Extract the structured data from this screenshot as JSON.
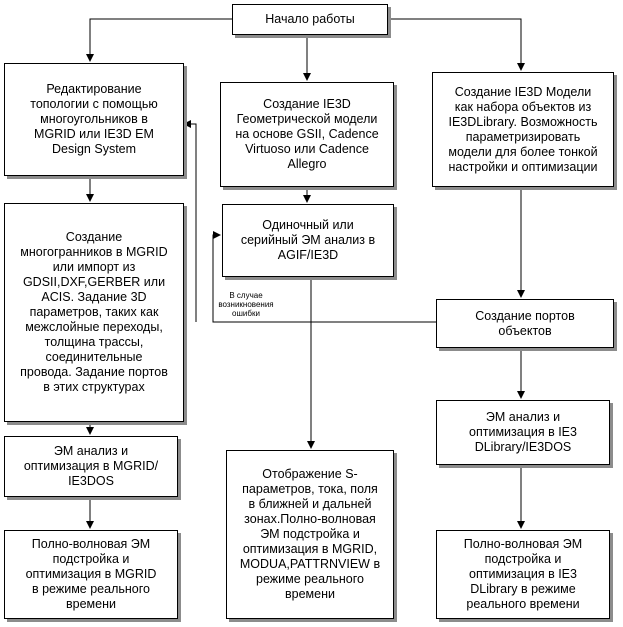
{
  "nodes": {
    "start": "Начало работы",
    "left_edit": "Редактирование\nтопологии с помощью\nмногоугольников в\nMGRID или IE3D EM\nDesign System",
    "left_create": "Создание\nмногогранников в MGRID\nили импорт из\nGDSII,DXF,GERBER или\nACIS. Задание 3D\nпараметров, таких как\nмежслойные переходы,\nтолщина трассы,\nсоединительные\nпровода. Задание портов\nв этих структурах",
    "left_em": "ЭМ анализ и\nоптимизация в MGRID/\nIE3DOS",
    "left_full": "Полно-волновая ЭМ\nподстройка и\nоптимизация в MGRID\nв режиме реального\nвремени",
    "mid_create": "Создание IE3D\nГеометрической модели\nна основе GSII, Cadence\nVirtuoso  или Cadence\nAllegro",
    "mid_em": "Одиночный или\nсерийный ЭМ анализ в\nAGIF/IE3D",
    "mid_display": "Отображение S-\nпараметров, тока, поля\nв ближней и дальней\nзонах.Полно-волновая\nЭМ подстройка и\nоптимизация в MGRID,\nMODUA,PATTRNVIEW в\nрежиме реального\nвремени",
    "right_create": "Создание IE3D Модели\nкак набора объектов из\nIE3DLibrary. Возможность\nпараметризировать\nмодели для более тонкой\nнастройки и оптимизации",
    "right_ports": "Создание портов\nобъектов",
    "right_em": "ЭМ анализ и\nоптимизация в IE3\nDLibrary/IE3DOS",
    "right_full": "Полно-волновая ЭМ\nподстройка и\nоптимизация в IE3\nDLibrary в режиме\nреального времени"
  },
  "error_note": "В случае\nвозникновения\nошибки"
}
